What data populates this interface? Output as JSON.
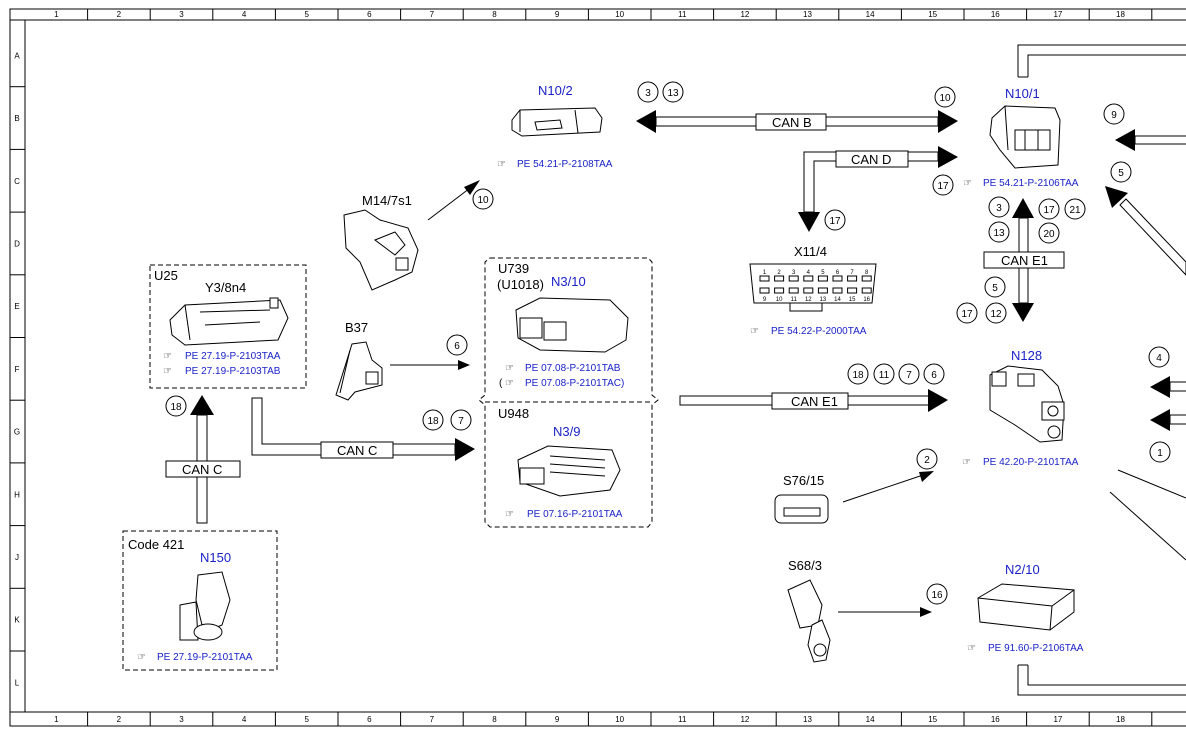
{
  "ruler": {
    "columns": [
      "1",
      "2",
      "3",
      "4",
      "5",
      "6",
      "7",
      "8",
      "9",
      "10",
      "11",
      "12",
      "13",
      "14",
      "15",
      "16",
      "17",
      "18"
    ],
    "rows": [
      "A",
      "B",
      "C",
      "D",
      "E",
      "F",
      "G",
      "H",
      "J",
      "K",
      "L"
    ]
  },
  "components": {
    "n10_2": {
      "id": "N10/2",
      "ref": "PE 54.21-P-2108TAA"
    },
    "n10_1": {
      "id": "N10/1",
      "ref": "PE 54.21-P-2106TAA"
    },
    "m14": {
      "id": "M14/7s1"
    },
    "u25": {
      "group": "U25",
      "id": "Y3/8n4",
      "ref1": "PE 27.19-P-2103TAA",
      "ref2": "PE 27.19-P-2103TAB"
    },
    "b37": {
      "id": "B37"
    },
    "u739": {
      "group": "U739",
      "group2": "(U1018)",
      "id": "N3/10",
      "ref1": "PE 07.08-P-2101TAB",
      "ref2": "PE 07.08-P-2101TAC)",
      "ref2_prefix": "("
    },
    "u948": {
      "group": "U948",
      "id": "N3/9",
      "ref": "PE 07.16-P-2101TAA"
    },
    "x11_4": {
      "id": "X11/4",
      "ref": "PE 54.22-P-2000TAA",
      "pins_top": [
        "1",
        "2",
        "3",
        "4",
        "5",
        "6",
        "7",
        "8"
      ],
      "pins_bottom": [
        "9",
        "10",
        "11",
        "12",
        "13",
        "14",
        "15",
        "16"
      ]
    },
    "n128": {
      "id": "N128",
      "ref": "PE 42.20-P-2101TAA"
    },
    "s76_15": {
      "id": "S76/15"
    },
    "s68_3": {
      "id": "S68/3"
    },
    "n2_10": {
      "id": "N2/10",
      "ref": "PE 91.60-P-2106TAA"
    },
    "n150": {
      "group": "Code 421",
      "id": "N150",
      "ref": "PE 27.19-P-2101TAA"
    }
  },
  "buses": {
    "can_b": "CAN B",
    "can_d": "CAN D",
    "can_e1_top": "CAN E1",
    "can_e1_mid": "CAN E1",
    "can_c_h": "CAN C",
    "can_c_v": "CAN C"
  },
  "callouts": {
    "c3": "3",
    "c13": "13",
    "c10a": "10",
    "c10b": "10",
    "c9": "9",
    "c5a": "5",
    "c17a": "17",
    "c17b": "17",
    "c3b": "3",
    "c13b": "13",
    "c17c": "17",
    "c21": "21",
    "c20": "20",
    "c5b": "5",
    "c17d": "17",
    "c12": "12",
    "c6a": "6",
    "c18a": "18",
    "c11": "11",
    "c7a": "7",
    "c6b": "6",
    "c4": "4",
    "c1": "1",
    "c18b": "18",
    "c7b": "7",
    "c18c": "18",
    "c2": "2",
    "c16": "16"
  }
}
